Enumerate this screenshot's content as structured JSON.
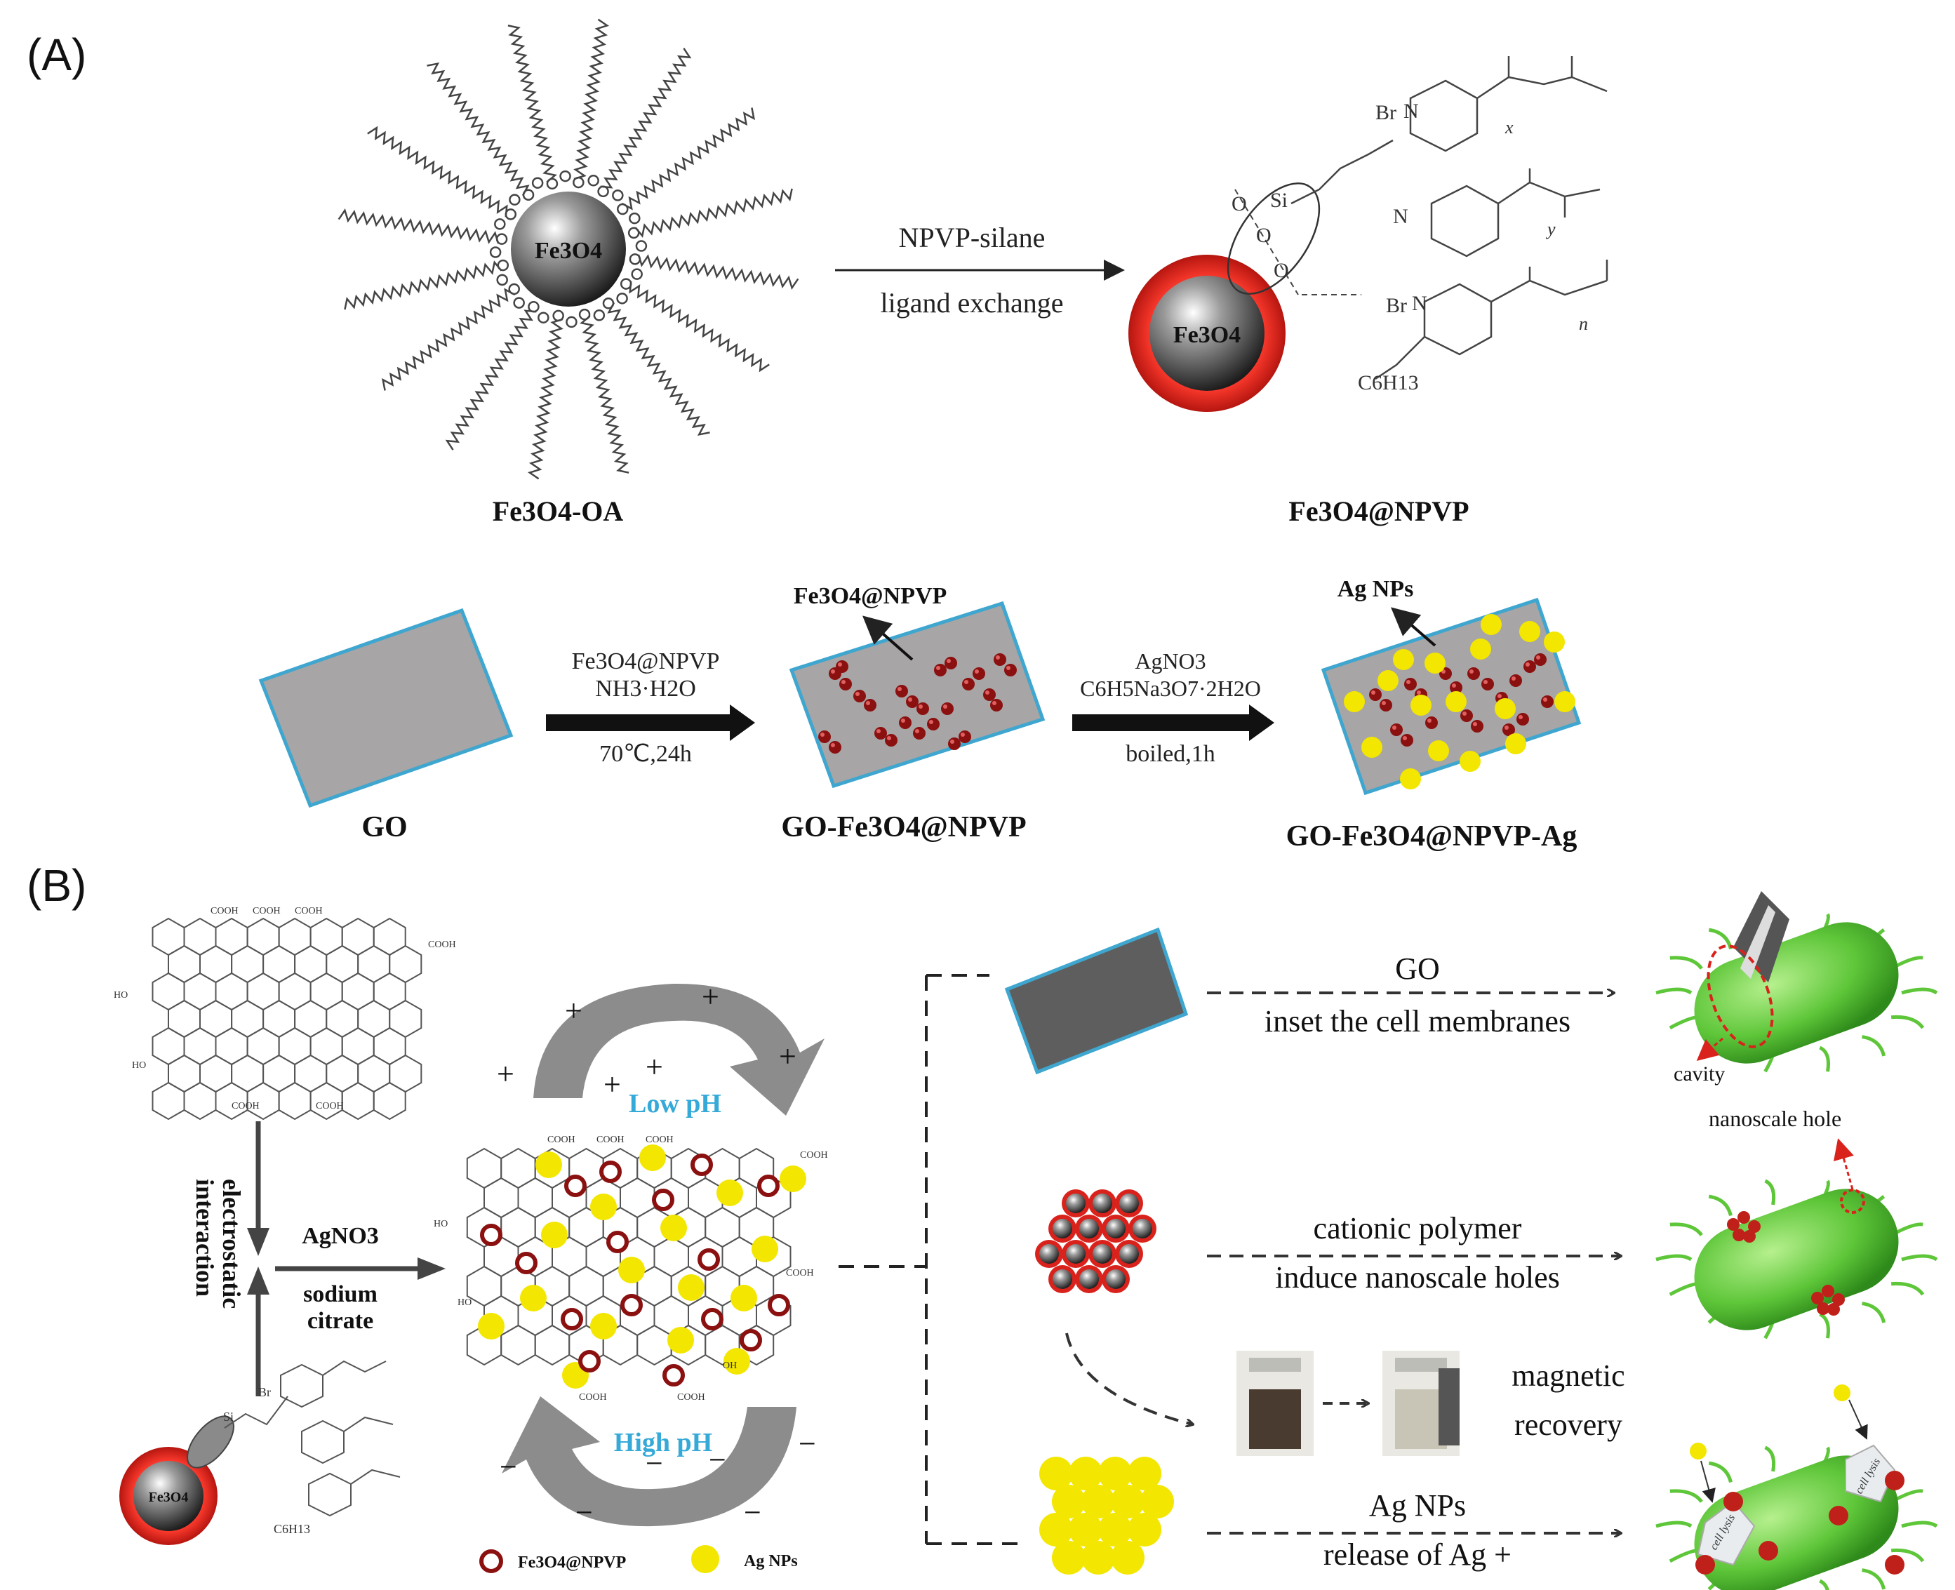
{
  "panels": {
    "a": "(A)",
    "b": "(B)"
  },
  "panel_a": {
    "fe3o4": "Fe3O4",
    "oa_label": "Fe3O4-OA",
    "npvp_label": "Fe3O4@NPVP",
    "arrow1_top": "NPVP-silane",
    "arrow1_bottom": "ligand exchange",
    "chem": {
      "br": "Br",
      "n": "N",
      "si": "Si",
      "o": "O",
      "c6h13": "C6H13",
      "x": "x",
      "y": "y",
      "n_sub": "n"
    },
    "go_label": "GO",
    "go_fe_label": "GO-Fe3O4@NPVP",
    "go_fe_ag_label": "GO-Fe3O4@NPVP-Ag",
    "step1_line1": "Fe3O4@NPVP",
    "step1_line2": "NH3·H2O",
    "step1_line3": "70℃,24h",
    "step2_line1": "AgNO3",
    "step2_line2": "C6H5Na3O7·2H2O",
    "step2_line3": "boiled,1h",
    "pointer_fe": "Fe3O4@NPVP",
    "pointer_ag": "Ag NPs"
  },
  "panel_b": {
    "electrostatic_1": "electrostatic",
    "electrostatic_2": "interaction",
    "agno3": "AgNO3",
    "sodium": "sodium",
    "citrate": "citrate",
    "low_ph": "Low pH",
    "high_ph": "High pH",
    "plus": "+",
    "minus": "−",
    "cooh": "COOH",
    "oh": "OH",
    "ho": "HO",
    "legend_fe": "Fe3O4@NPVP",
    "legend_ag": "Ag NPs",
    "go_line1": "GO",
    "go_line2": "inset the cell membranes",
    "cavity": "cavity",
    "nanoscale_hole": "nanoscale hole",
    "cationic_line1": "cationic polymer",
    "cationic_line2": "induce nanoscale holes",
    "magnetic_line1": "magnetic",
    "magnetic_line2": "recovery",
    "ag_line1": "Ag NPs",
    "ag_line2": "release of Ag +",
    "cell_lysis": "cell lysis"
  },
  "colors": {
    "go_sheet": "#a7a5a5",
    "go_border": "#3fa6cf",
    "dark_sheet": "#5e5e5e",
    "shell_red": "#d9221c",
    "core_dark": "#333333",
    "ag_yellow": "#f3e600",
    "dot_red": "#8b1010",
    "bacteria_green": "#5ec639",
    "ph_blue": "#35a9d7",
    "arrow_gray": "#8c8c8c"
  }
}
